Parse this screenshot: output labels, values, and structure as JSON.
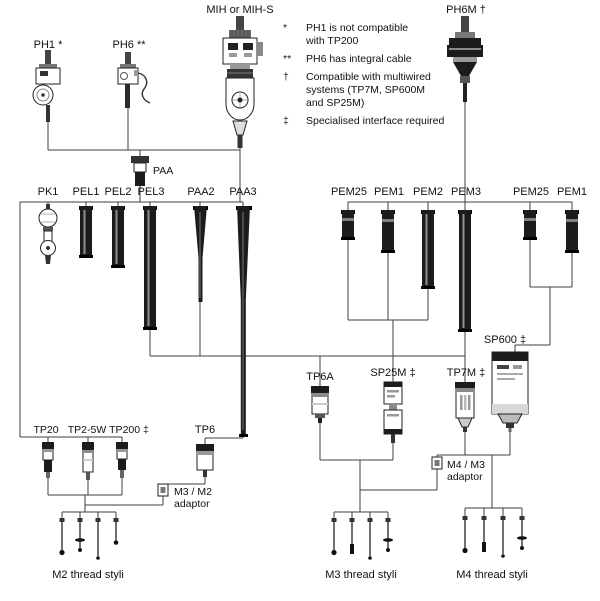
{
  "heads": {
    "mih": {
      "label": "MIH or MIH-S"
    },
    "ph6m": {
      "label": "PH6M †"
    },
    "ph1": {
      "label": "PH1 *"
    },
    "ph6": {
      "label": "PH6 **"
    }
  },
  "legend": [
    {
      "symbol": "*",
      "text": "PH1 is not compatible\nwith TP200"
    },
    {
      "symbol": "**",
      "text": "PH6 has integral cable"
    },
    {
      "symbol": "†",
      "text": "Compatible with multiwired\nsystems (TP7M, SP600M\nand SP25M)"
    },
    {
      "symbol": "‡",
      "text": "Specialised interface required"
    }
  ],
  "extensions": {
    "paa": {
      "label": "PAA"
    },
    "pk1": {
      "label": "PK1"
    },
    "pel1": {
      "label": "PEL1"
    },
    "pel2": {
      "label": "PEL2"
    },
    "pel3": {
      "label": "PEL3"
    },
    "paa2": {
      "label": "PAA2"
    },
    "paa3": {
      "label": "PAA3"
    },
    "pem25_a": {
      "label": "PEM25"
    },
    "pem1_a": {
      "label": "PEM1"
    },
    "pem2": {
      "label": "PEM2"
    },
    "pem3": {
      "label": "PEM3"
    },
    "pem25_b": {
      "label": "PEM25"
    },
    "pem1_b": {
      "label": "PEM1"
    }
  },
  "probes": {
    "sp600": {
      "label": "SP600 ‡"
    },
    "tp6a": {
      "label": "TP6A"
    },
    "sp25m": {
      "label": "SP25M ‡"
    },
    "tp7m": {
      "label": "TP7M ‡"
    },
    "tp20": {
      "label": "TP20"
    },
    "tp2_5w": {
      "label": "TP2-5W"
    },
    "tp200": {
      "label": "TP200 ‡"
    },
    "tp6": {
      "label": "TP6"
    }
  },
  "adaptors": {
    "m3_m2": {
      "label": "M3 / M2\nadaptor"
    },
    "m4_m3": {
      "label": "M4 / M3\nadaptor"
    }
  },
  "styli": {
    "m2": {
      "label": "M2 thread styli"
    },
    "m3": {
      "label": "M3 thread styli"
    },
    "m4": {
      "label": "M4 thread styli"
    }
  }
}
